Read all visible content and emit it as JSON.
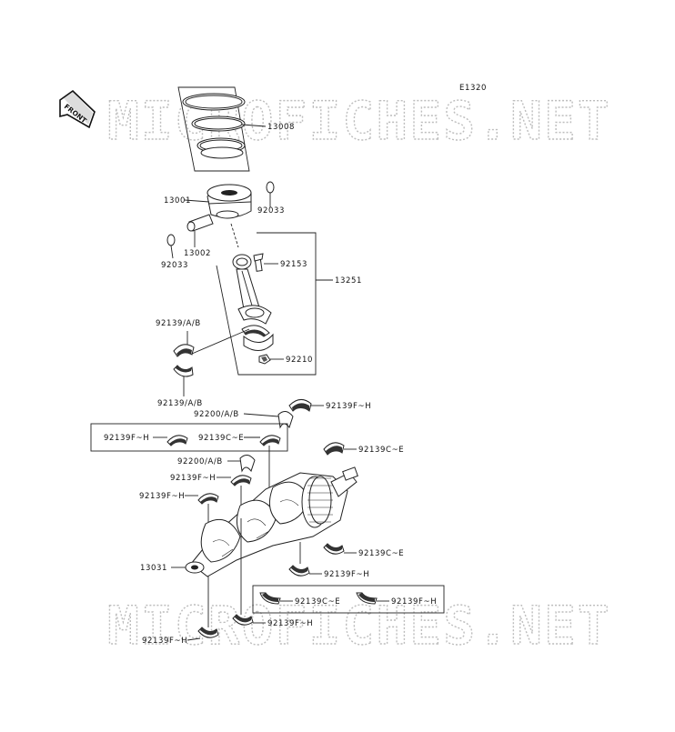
{
  "diagram": {
    "code": "E1320",
    "front_label": "FRONT",
    "watermark": "MICROFICHES.NET",
    "labels": {
      "p13008": "13008",
      "p13001": "13001",
      "p92033a": "92033",
      "p13002": "13002",
      "p92033b": "92033",
      "p92153": "92153",
      "p13251": "13251",
      "p92139ab_top": "92139/A/B",
      "p92210": "92210",
      "p92139ab_bot": "92139/A/B",
      "p92200ab_top": "92200/A/B",
      "p92139fh_a": "92139F~H",
      "p92139fh_box": "92139F~H",
      "p92139ce_box": "92139C~E",
      "p92139ce_r1": "92139C~E",
      "p92200ab_mid": "92200/A/B",
      "p92139fh_b": "92139F~H",
      "p92139fh_c": "92139F~H",
      "p13031": "13031",
      "p92139ce_r2": "92139C~E",
      "p92139fh_d": "92139F~H",
      "p92139ce_box2": "92139C~E",
      "p92139fh_box2": "92139F~H",
      "p92139fh_e": "92139F~H",
      "p92139fh_f": "92139F~H"
    }
  }
}
